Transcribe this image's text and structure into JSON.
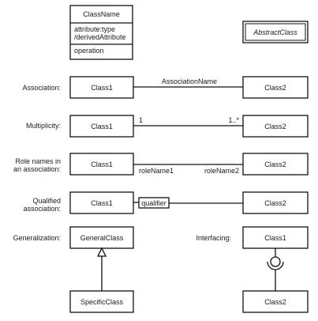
{
  "class_template": {
    "name": "ClassName",
    "attributes": [
      "attribute:type",
      "/derivedAttribute"
    ],
    "operation": "operation"
  },
  "abstract_class": "AbstractClass",
  "rows": {
    "association": {
      "label": "Association:",
      "left": "Class1",
      "right": "Class2",
      "line_label": "AssociationName"
    },
    "multiplicity": {
      "label": "Multiplicity:",
      "left": "Class1",
      "right": "Class2",
      "left_mult": "1",
      "right_mult": "1..*"
    },
    "role_names": {
      "label_line1": "Role names in",
      "label_line2": "an association:",
      "left": "Class1",
      "right": "Class2",
      "left_role": "roleName1",
      "right_role": "roleName2"
    },
    "qualified": {
      "label_line1": "Qualified",
      "label_line2": "association:",
      "left": "Class1",
      "qualifier": "qualifier",
      "right": "Class2"
    },
    "generalization": {
      "label": "Generalization:",
      "parent": "GeneralClass",
      "child": "SpecificClass"
    },
    "interfacing": {
      "label": "Interfacing:",
      "top": "Class1",
      "bottom": "Class2"
    }
  }
}
